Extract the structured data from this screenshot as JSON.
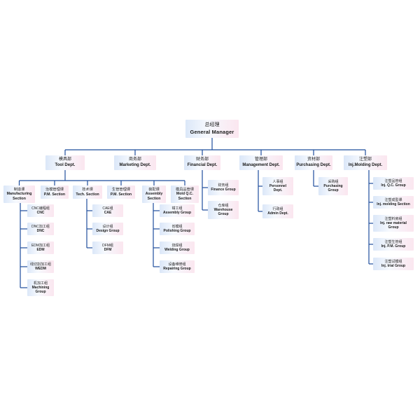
{
  "chart": {
    "root": {
      "zh": "总经理",
      "en": "General Manager"
    },
    "departments": [
      {
        "zh": "模具部",
        "en": "Tool Dept."
      },
      {
        "zh": "商务部",
        "en": "Marketing Dept."
      },
      {
        "zh": "财务部",
        "en": "Financial Dept."
      },
      {
        "zh": "管理部",
        "en": "Management Dept."
      },
      {
        "zh": "资材部",
        "en": "Purchasing Dept."
      },
      {
        "zh": "注塑部",
        "en": "Inj.Molding Dept."
      }
    ],
    "tool_sections": [
      {
        "zh": "制造课",
        "en": [
          "Manufacturing",
          "Section"
        ]
      },
      {
        "zh": "治模管理课",
        "en": [
          "P.M. Section"
        ]
      },
      {
        "zh": "技术课",
        "en": [
          "Tech. Section"
        ]
      },
      {
        "zh": "生管管理课",
        "en": [
          "P.M. Section"
        ]
      },
      {
        "zh": "装配课",
        "en": [
          "Assembly",
          "Section"
        ]
      },
      {
        "zh": "模具品管课",
        "en": [
          "Mold Q.C.",
          "Section"
        ]
      }
    ],
    "manufacturing_groups": [
      {
        "zh": "CNC编程组",
        "en": [
          "CNC"
        ]
      },
      {
        "zh": "DNC加工组",
        "en": [
          "DNC"
        ]
      },
      {
        "zh": "EDM加工组",
        "en": [
          "EDM"
        ]
      },
      {
        "zh": "线切割加工组",
        "en": [
          "WEDM"
        ]
      },
      {
        "zh": "机加工组",
        "en": [
          "Machining",
          "Group"
        ]
      }
    ],
    "tech_groups": [
      {
        "zh": "CAE组",
        "en": [
          "CAE"
        ]
      },
      {
        "zh": "设计组",
        "en": [
          "Design Group"
        ]
      },
      {
        "zh": "DFM组",
        "en": [
          "DFM"
        ]
      }
    ],
    "assembly_groups": [
      {
        "zh": "钳工组",
        "en": [
          "Assembly Group"
        ]
      },
      {
        "zh": "省模组",
        "en": [
          "Polishing Group"
        ]
      },
      {
        "zh": "烧焊组",
        "en": [
          "Welding Group"
        ]
      },
      {
        "zh": "设备维修组",
        "en": [
          "Repairing Group"
        ]
      }
    ],
    "finance_groups": [
      {
        "zh": "财务组",
        "en": [
          "Finance Group"
        ]
      },
      {
        "zh": "仓库组",
        "en": [
          "Warehouse",
          "Group"
        ]
      }
    ],
    "management_groups": [
      {
        "zh": "人事组",
        "en": [
          "Personnel",
          "Dept."
        ]
      },
      {
        "zh": "行政组",
        "en": [
          "Admin Dept."
        ]
      }
    ],
    "purchasing_groups": [
      {
        "zh": "采购组",
        "en": [
          "Purchasing",
          "Group"
        ]
      }
    ],
    "molding_groups": [
      {
        "zh": "注塑品管组",
        "en": [
          "Inj.  Q.C. Group"
        ]
      },
      {
        "zh": "注塑成型课",
        "en": [
          "Inj. molding Section"
        ]
      },
      {
        "zh": "注塑料房组",
        "en": [
          "Inj. raw material",
          "Group"
        ]
      },
      {
        "zh": "注塑生管组",
        "en": [
          "Inj. P.M. Group"
        ]
      },
      {
        "zh": "注塑试模组",
        "en": [
          "Inj. trial Group"
        ]
      }
    ],
    "colors": {
      "line": "#1f4e9c",
      "box_left": "#dbe7f8",
      "box_right": "#fbe6ef"
    }
  }
}
